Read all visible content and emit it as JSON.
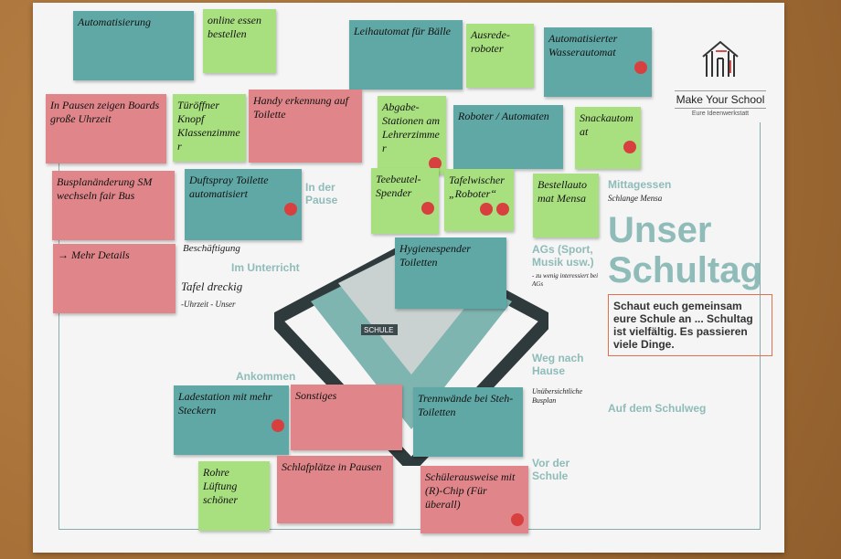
{
  "poster": {
    "title": "Unser Schultag",
    "intro": "Schaut euch gemeinsam eure Schule an ... Schultag ist vielfältig. Es passieren viele Dinge.",
    "sections": [
      "In der Pause",
      "Mittagessen",
      "Im Unterricht",
      "AGs (Sport, Musik usw.)",
      "Weg nach Hause",
      "Ankommen",
      "Auf dem Schulweg",
      "Vor der Schule"
    ],
    "school_sign": "SCHULE",
    "logo": {
      "name": "Make Your School",
      "tagline": "Eure Ideenwerkstatt"
    },
    "handwritten": [
      "Beschäftigung",
      "Tafel dreckig",
      "-Uhrzeit - Unser",
      "- zu wenig interessiert bei AGs",
      "Unübersichtliche Busplan",
      "Schlange Mensa"
    ]
  },
  "notes": [
    {
      "text": "Automatisierung",
      "color": "teal"
    },
    {
      "text": "online essen bestellen",
      "color": "green"
    },
    {
      "text": "Leihautomat für Bälle",
      "color": "teal"
    },
    {
      "text": "Ausrede-roboter",
      "color": "green"
    },
    {
      "text": "Automatisierter Wasserautomat",
      "color": "teal",
      "dots": 1
    },
    {
      "text": "In Pausen zeigen Boards große Uhrzeit",
      "color": "pink"
    },
    {
      "text": "Türöffner Knopf Klassenzimmer",
      "color": "green"
    },
    {
      "text": "Handy erkennung auf Toilette",
      "color": "pink"
    },
    {
      "text": "Abgabe-Stationen am Lehrerzimmer",
      "color": "green",
      "dots": 1
    },
    {
      "text": "Roboter / Automaten",
      "color": "teal"
    },
    {
      "text": "Snackautomat",
      "color": "green",
      "dots": 1
    },
    {
      "text": "Busplanänderung SM wechseln fair Bus",
      "color": "pink"
    },
    {
      "text": "Duftspray Toilette automatisiert",
      "color": "teal",
      "dots": 1
    },
    {
      "text": "Teebeutel-Spender",
      "color": "green",
      "dots": 1
    },
    {
      "text": "Tafelwischer „Roboter“",
      "color": "green",
      "dots": 2
    },
    {
      "text": "Bestellautomat Mensa",
      "color": "green"
    },
    {
      "text": "Hygienespender Toiletten",
      "color": "teal"
    },
    {
      "text": "→ Mehr Details",
      "color": "pink"
    },
    {
      "text": "Ladestation mit mehr Steckern",
      "color": "teal",
      "dots": 1
    },
    {
      "text": "Sonstiges",
      "color": "pink"
    },
    {
      "text": "Trennwände bei Steh-Toiletten",
      "color": "teal"
    },
    {
      "text": "Rohre Lüftung schöner",
      "color": "green"
    },
    {
      "text": "Schlafplätze in Pausen",
      "color": "pink"
    },
    {
      "text": "Schülerausweise mit (R)-Chip (Für überall)",
      "color": "pink",
      "dots": 1
    }
  ]
}
